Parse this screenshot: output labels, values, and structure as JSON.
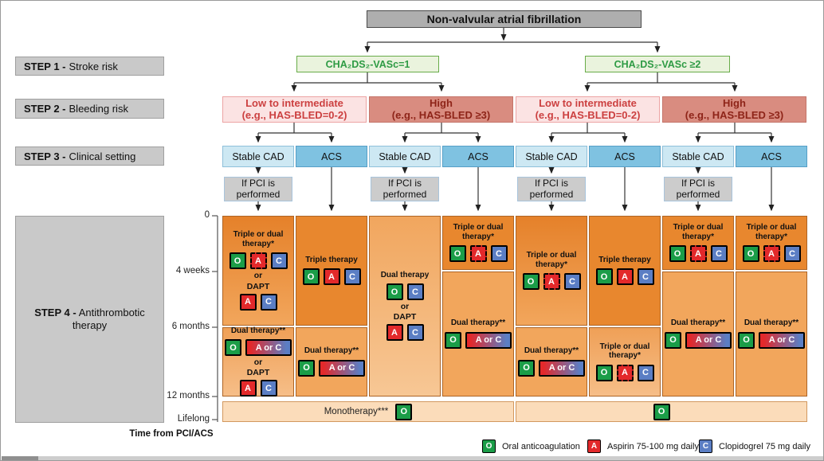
{
  "title": "Non-valvular atrial fibrillation",
  "steps": [
    {
      "prefix": "STEP 1 -",
      "label": "Stroke risk"
    },
    {
      "prefix": "STEP 2 -",
      "label": "Bleeding risk"
    },
    {
      "prefix": "STEP 3 -",
      "label": "Clinical setting"
    },
    {
      "prefix": "STEP 4 -",
      "label": "Antithrombotic therapy"
    }
  ],
  "stroke_risk": {
    "left": "CHA₂DS₂-VASc=1",
    "right": "CHA₂DS₂-VASc ≥2"
  },
  "bleeding": [
    {
      "level": "low",
      "line1": "Low to intermediate",
      "line2": "(e.g., HAS-BLED=0-2)"
    },
    {
      "level": "high",
      "line1": "High",
      "line2": "(e.g., HAS-BLED ≥3)"
    },
    {
      "level": "low",
      "line1": "Low to intermediate",
      "line2": "(e.g., HAS-BLED=0-2)"
    },
    {
      "level": "high",
      "line1": "High",
      "line2": "(e.g., HAS-BLED ≥3)"
    }
  ],
  "clinical": [
    "Stable CAD",
    "ACS",
    "Stable CAD",
    "ACS",
    "Stable CAD",
    "ACS",
    "Stable CAD",
    "ACS"
  ],
  "pci_note": {
    "line1": "If PCI is",
    "line2": "performed"
  },
  "timeline": {
    "ticks": [
      "0",
      "4 weeks",
      "6 months",
      "12 months",
      "Lifelong"
    ],
    "caption": "Time from PCI/ACS"
  },
  "chips": {
    "O": "O",
    "A": "A",
    "Ad": "A",
    "C": "C",
    "AorC": "A or C"
  },
  "grid": {
    "columns": [
      {
        "cells": [
          {
            "start": "0",
            "end": "6 months",
            "tone": "dark-grad",
            "rows": [
              {
                "label": "Triple or dual therapy*"
              },
              {
                "chips": [
                  "O",
                  "Ad",
                  "C"
                ]
              },
              {
                "text": "or"
              },
              {
                "text": "DAPT"
              },
              {
                "chips": [
                  "A",
                  "C"
                ]
              }
            ]
          },
          {
            "start": "6 months",
            "end": "12 months",
            "tone": "mid-grad",
            "rows": [
              {
                "label": "Dual therapy**"
              },
              {
                "chips": [
                  "O",
                  "AorC"
                ]
              },
              {
                "text": "or"
              },
              {
                "text": "DAPT"
              },
              {
                "chips": [
                  "A",
                  "C"
                ]
              }
            ]
          }
        ]
      },
      {
        "cells": [
          {
            "start": "0",
            "end": "6 months",
            "tone": "dark",
            "rows": [
              {
                "label": "Triple therapy"
              },
              {
                "chips": [
                  "O",
                  "A",
                  "C"
                ]
              }
            ]
          },
          {
            "start": "6 months",
            "end": "12 months",
            "tone": "mid",
            "rows": [
              {
                "label": "Dual therapy**"
              },
              {
                "chips": [
                  "O",
                  "AorC"
                ]
              }
            ]
          }
        ]
      },
      {
        "cells": [
          {
            "start": "0",
            "end": "12 months",
            "tone": "light",
            "rows": [
              {
                "label": "Dual therapy"
              },
              {
                "chips": [
                  "O",
                  "C"
                ]
              },
              {
                "text": "or"
              },
              {
                "text": "DAPT"
              },
              {
                "chips": [
                  "A",
                  "C"
                ]
              }
            ]
          }
        ]
      },
      {
        "cells": [
          {
            "start": "0",
            "end": "4 weeks",
            "tone": "dark",
            "rows": [
              {
                "label": "Triple or dual therapy*"
              },
              {
                "chips": [
                  "O",
                  "Ad",
                  "C"
                ]
              }
            ]
          },
          {
            "start": "4 weeks",
            "end": "12 months",
            "tone": "mid",
            "rows": [
              {
                "label": "Dual therapy**"
              },
              {
                "chips": [
                  "O",
                  "AorC"
                ]
              }
            ]
          }
        ]
      },
      {
        "cells": [
          {
            "start": "0",
            "end": "6 months",
            "tone": "dark-grad",
            "rows": [
              {
                "label": "Triple or dual therapy*"
              },
              {
                "chips": [
                  "O",
                  "Ad",
                  "C"
                ]
              }
            ]
          },
          {
            "start": "6 months",
            "end": "12 months",
            "tone": "mid",
            "rows": [
              {
                "label": "Dual therapy**"
              },
              {
                "chips": [
                  "O",
                  "AorC"
                ]
              }
            ]
          }
        ]
      },
      {
        "cells": [
          {
            "start": "0",
            "end": "6 months",
            "tone": "dark",
            "rows": [
              {
                "label": "Triple therapy"
              },
              {
                "chips": [
                  "O",
                  "A",
                  "C"
                ]
              }
            ]
          },
          {
            "start": "6 months",
            "end": "12 months",
            "tone": "mid-grad",
            "rows": [
              {
                "label": "Triple or dual therapy*"
              },
              {
                "chips": [
                  "O",
                  "Ad",
                  "C"
                ]
              }
            ]
          }
        ]
      },
      {
        "cells": [
          {
            "start": "0",
            "end": "4 weeks",
            "tone": "dark",
            "rows": [
              {
                "label": "Triple or dual therapy*"
              },
              {
                "chips": [
                  "O",
                  "Ad",
                  "C"
                ]
              }
            ]
          },
          {
            "start": "4 weeks",
            "end": "12 months",
            "tone": "mid",
            "rows": [
              {
                "label": "Dual therapy**"
              },
              {
                "chips": [
                  "O",
                  "AorC"
                ]
              }
            ]
          }
        ]
      },
      {
        "cells": [
          {
            "start": "0",
            "end": "4 weeks",
            "tone": "dark",
            "rows": [
              {
                "label": "Triple or dual therapy*"
              },
              {
                "chips": [
                  "O",
                  "Ad",
                  "C"
                ]
              }
            ]
          },
          {
            "start": "4 weeks",
            "end": "12 months",
            "tone": "mid",
            "rows": [
              {
                "label": "Dual therapy**"
              },
              {
                "chips": [
                  "O",
                  "AorC"
                ]
              }
            ]
          }
        ]
      }
    ]
  },
  "lifelong": {
    "left_label": "Monotherapy***",
    "left_chip": "O",
    "right_chip": "O"
  },
  "legend": [
    {
      "key": "O",
      "label": "Oral anticoagulation"
    },
    {
      "key": "A",
      "label": "Aspirin 75-100 mg daily"
    },
    {
      "key": "C",
      "label": "Clopidogrel 75 mg daily"
    }
  ],
  "colors": {
    "chip_o": "#1b9d48",
    "chip_a": "#e3292b",
    "chip_c": "#5b7ec4",
    "green_text": "#2e9b44",
    "bleed_low_bg": "#fbe3e3",
    "bleed_high_bg": "#d98c80",
    "stable_cad_bg": "#cde8f3",
    "acs_bg": "#7fc2e1",
    "orange_dark": "#e8872e",
    "orange_mid": "#f2a65c",
    "orange_light": "#f7c795",
    "orange_bar": "#fbdcba"
  }
}
